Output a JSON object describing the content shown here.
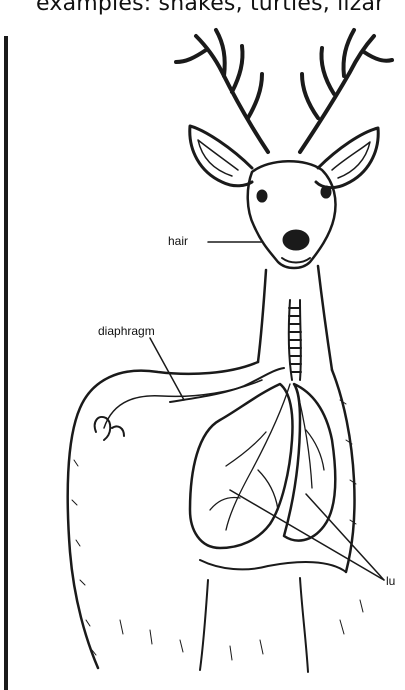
{
  "caption": "examples: snakes, turtles, lizar",
  "labels": {
    "hair": "hair",
    "diaphragm": "diaphragm",
    "lungs": "lu"
  }
}
